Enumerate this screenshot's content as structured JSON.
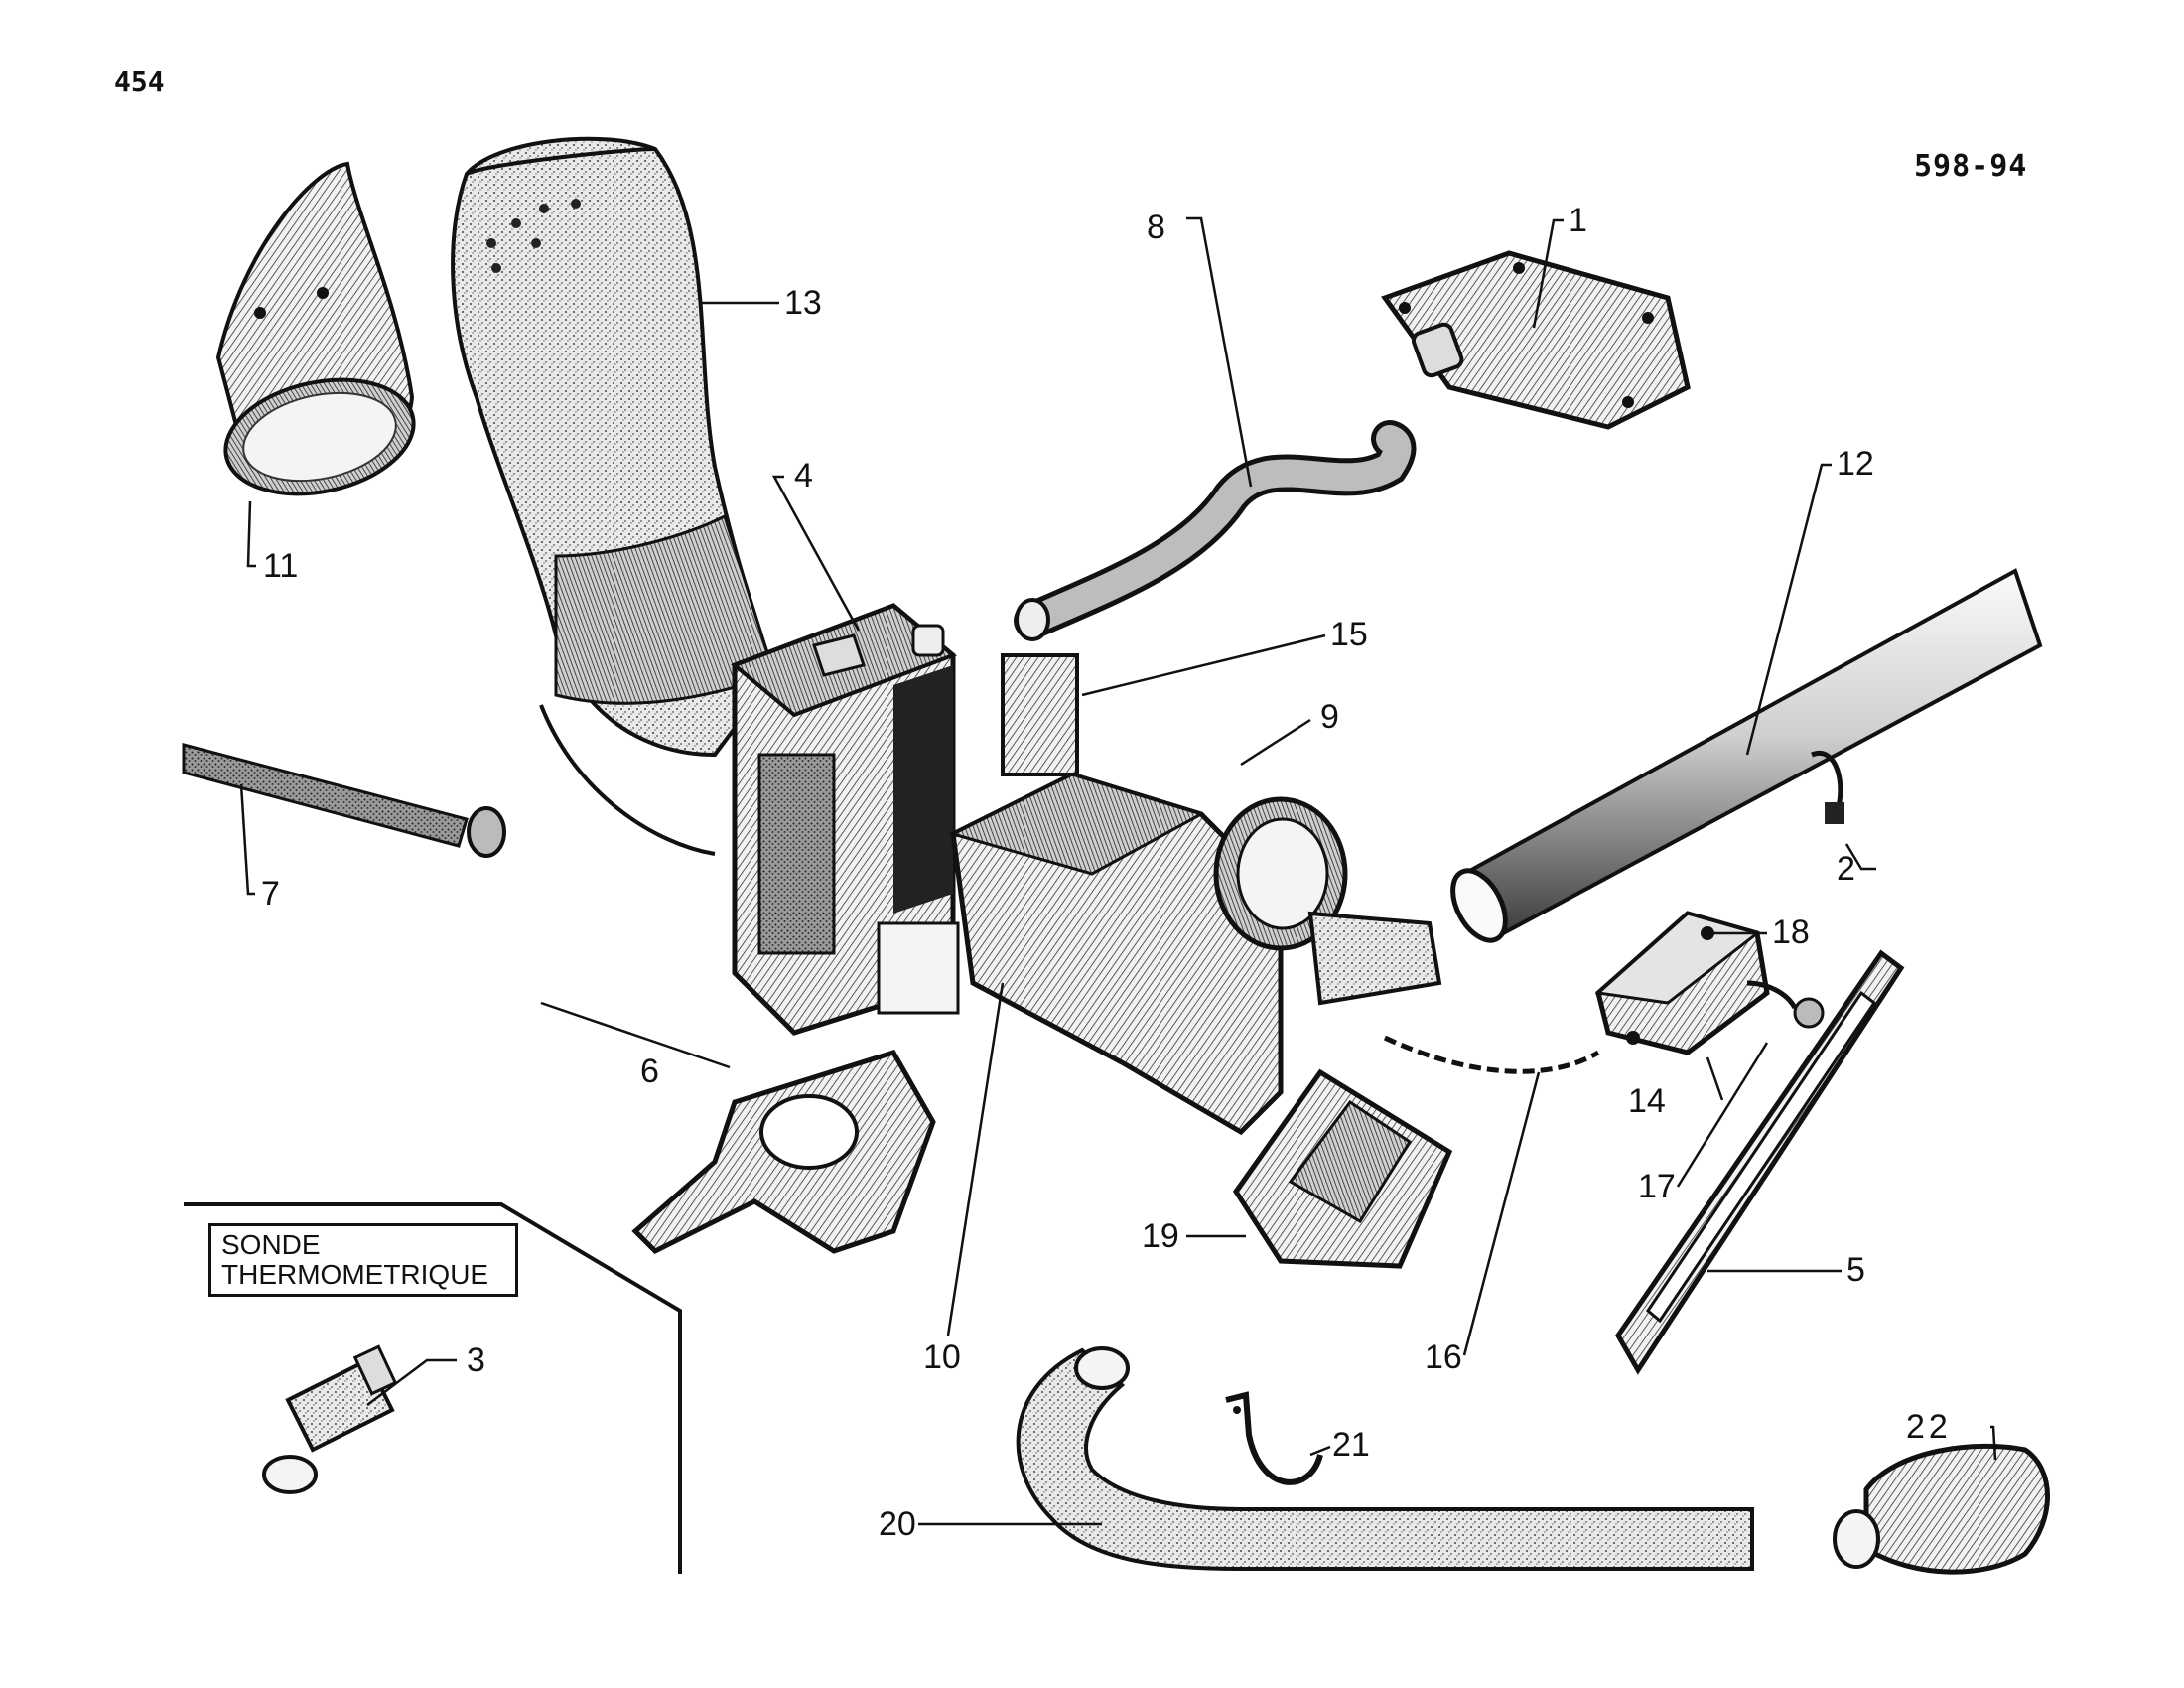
{
  "page_number": "454",
  "plate_reference": "598-94",
  "inset": {
    "line1": "SONDE",
    "line2": "THERMOMETRIQUE"
  },
  "callouts": {
    "c1": "1",
    "c2": "2",
    "c3": "3",
    "c4": "4",
    "c5": "5",
    "c6": "6",
    "c7": "7",
    "c8": "8",
    "c9": "9",
    "c10": "10",
    "c11": "11",
    "c12": "12",
    "c13": "13",
    "c14": "14",
    "c15": "15",
    "c16": "16",
    "c17": "17",
    "c18": "18",
    "c19": "19",
    "c20": "20",
    "c21": "21",
    "c22": "22"
  },
  "colors": {
    "ink": "#111111",
    "paper": "#ffffff",
    "shade": "#6d6d6d",
    "light": "#d9d9d9"
  }
}
